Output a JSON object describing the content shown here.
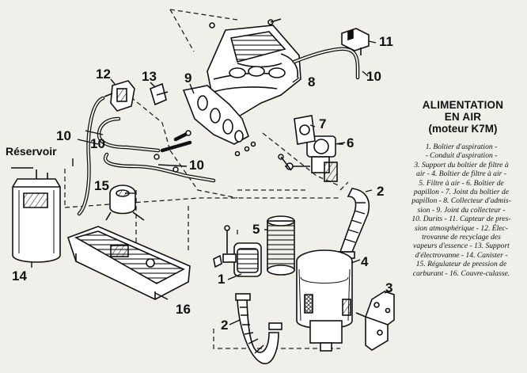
{
  "title": {
    "line1": "ALIMENTATION",
    "line2": "EN AIR",
    "line3": "(moteur K7M)"
  },
  "legend": [
    "1. Boîtier d'aspiration -",
    "- Conduit d'aspiration -",
    "3. Support du boîtier de filtre à",
    "air - 4. Boîtier de filtre à air -",
    "5. Filtre à air - 6. Boîtier de",
    "papillon - 7. Joint du boîtier de",
    "papillon - 8. Collecteur d'admis-",
    "sion - 9. Joint du collecteur -",
    "10. Durits - 11. Capteur de pres-",
    "sion atmosphérique - 12. Élec-",
    "trovanne de recyclage des",
    "vapeurs d'essence - 13. Support",
    "d'électrovanne - 14. Canister -",
    "15. Régulateur de pression de",
    "carburant - 16. Couvre-culasse."
  ],
  "labels": {
    "n1": "1",
    "n2": "2",
    "n3": "3",
    "n4": "4",
    "n5": "5",
    "n6": "6",
    "n7": "7",
    "n8": "8",
    "n9": "9",
    "n10": "10",
    "n11": "11",
    "n12": "12",
    "n13": "13",
    "n14": "14",
    "n15": "15",
    "n16": "16",
    "reservoir": "Réservoir"
  }
}
